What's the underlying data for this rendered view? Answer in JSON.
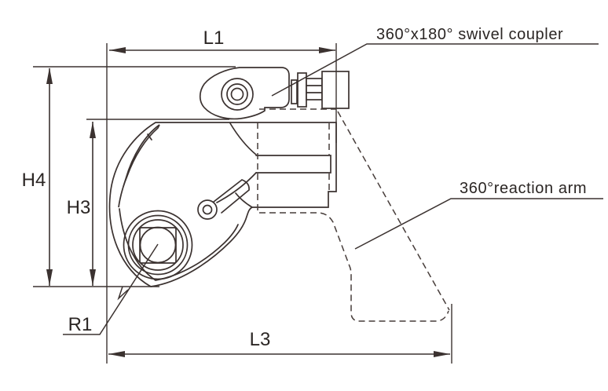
{
  "figure": {
    "dimension_labels": {
      "l1": "L1",
      "h4": "H4",
      "h3": "H3",
      "r1": "R1",
      "l3": "L3"
    },
    "callouts": {
      "swivel_coupler": "360°x180° swivel coupler",
      "reaction_arm": "360°reaction arm"
    },
    "colors": {
      "line": "#3b3230",
      "background": "#ffffff"
    }
  }
}
